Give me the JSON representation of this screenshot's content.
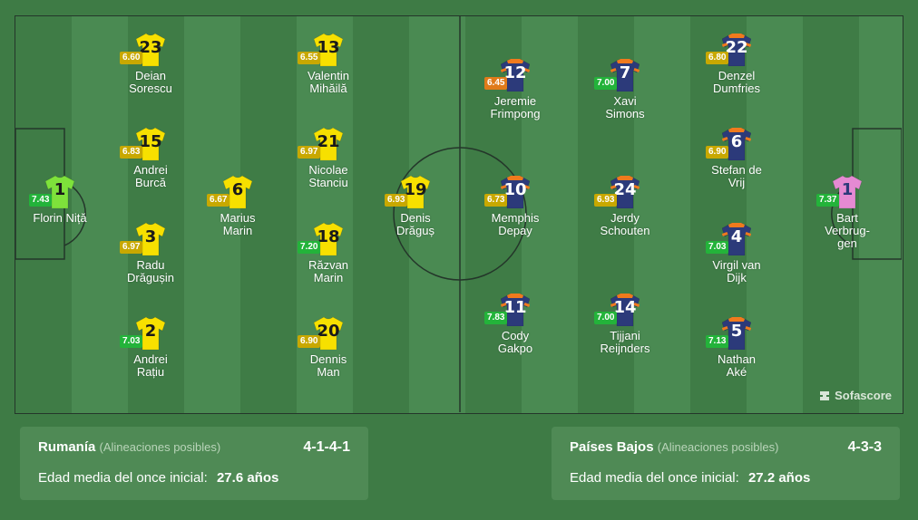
{
  "colors": {
    "rating_green": "#23b33a",
    "rating_yellow": "#c8a800",
    "rating_orange": "#e07b1a",
    "romania_shirt": "#f7e000",
    "romania_gk_shirt": "#7ee23b",
    "netherlands_shirt": "#2c3a7a",
    "netherlands_trim": "#f07a1d",
    "netherlands_gk_shirt": "#e58ad2"
  },
  "watermark": {
    "icon": "sofascore-logo-icon",
    "label": "Sofascore"
  },
  "teams": {
    "home": {
      "name": "Rumanía",
      "subtitle": "(Alineaciones posibles)",
      "formation": "4-1-4-1",
      "age_label": "Edad media del once inicial:",
      "age_value": "27.6 años"
    },
    "away": {
      "name": "Países Bajos",
      "subtitle": "(Alineaciones posibles)",
      "formation": "4-3-3",
      "age_label": "Edad media del once inicial:",
      "age_value": "27.2 años"
    }
  },
  "players": [
    {
      "team": "home",
      "number": "1",
      "name": "Florin Niță",
      "rating": "7.43",
      "rating_color": "green",
      "keeper": true
    },
    {
      "team": "home",
      "number": "23",
      "name": "Deian\nSorescu",
      "rating": "6.60",
      "rating_color": "yellow"
    },
    {
      "team": "home",
      "number": "15",
      "name": "Andrei\nBurcă",
      "rating": "6.83",
      "rating_color": "yellow"
    },
    {
      "team": "home",
      "number": "3",
      "name": "Radu\nDrăgușin",
      "rating": "6.97",
      "rating_color": "yellow"
    },
    {
      "team": "home",
      "number": "2",
      "name": "Andrei\nRațiu",
      "rating": "7.03",
      "rating_color": "green"
    },
    {
      "team": "home",
      "number": "6",
      "name": "Marius\nMarin",
      "rating": "6.67",
      "rating_color": "yellow"
    },
    {
      "team": "home",
      "number": "13",
      "name": "Valentin\nMihăilă",
      "rating": "6.55",
      "rating_color": "yellow"
    },
    {
      "team": "home",
      "number": "21",
      "name": "Nicolae\nStanciu",
      "rating": "6.97",
      "rating_color": "yellow"
    },
    {
      "team": "home",
      "number": "18",
      "name": "Răzvan\nMarin",
      "rating": "7.20",
      "rating_color": "green"
    },
    {
      "team": "home",
      "number": "20",
      "name": "Dennis\nMan",
      "rating": "6.90",
      "rating_color": "yellow"
    },
    {
      "team": "home",
      "number": "19",
      "name": "Denis\nDrăguș",
      "rating": "6.93",
      "rating_color": "yellow"
    },
    {
      "team": "away",
      "number": "12",
      "name": "Jeremie\nFrimpong",
      "rating": "6.45",
      "rating_color": "orange"
    },
    {
      "team": "away",
      "number": "10",
      "name": "Memphis\nDepay",
      "rating": "6.73",
      "rating_color": "yellow"
    },
    {
      "team": "away",
      "number": "11",
      "name": "Cody\nGakpo",
      "rating": "7.83",
      "rating_color": "green"
    },
    {
      "team": "away",
      "number": "7",
      "name": "Xavi\nSimons",
      "rating": "7.00",
      "rating_color": "green"
    },
    {
      "team": "away",
      "number": "24",
      "name": "Jerdy\nSchouten",
      "rating": "6.93",
      "rating_color": "yellow"
    },
    {
      "team": "away",
      "number": "14",
      "name": "Tijjani\nReijnders",
      "rating": "7.00",
      "rating_color": "green"
    },
    {
      "team": "away",
      "number": "22",
      "name": "Denzel\nDumfries",
      "rating": "6.80",
      "rating_color": "yellow"
    },
    {
      "team": "away",
      "number": "6",
      "name": "Stefan de\nVrij",
      "rating": "6.90",
      "rating_color": "yellow"
    },
    {
      "team": "away",
      "number": "4",
      "name": "Virgil van\nDijk",
      "rating": "7.03",
      "rating_color": "green"
    },
    {
      "team": "away",
      "number": "5",
      "name": "Nathan\nAké",
      "rating": "7.13",
      "rating_color": "green"
    },
    {
      "team": "away",
      "number": "1",
      "name": "Bart\nVerbrug-\ngen",
      "rating": "7.37",
      "rating_color": "green",
      "keeper": true
    }
  ]
}
